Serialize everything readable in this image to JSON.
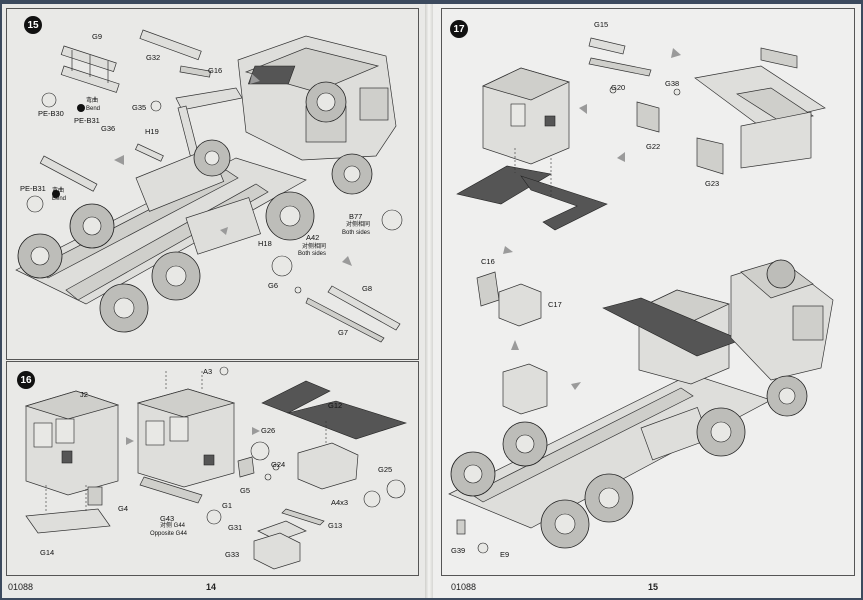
{
  "left_page": {
    "footer_code": "01088",
    "page_number": "14",
    "step_15": {
      "step": "15",
      "labels": {
        "g9": "G9",
        "g32": "G32",
        "g16": "G16",
        "pe_b30": "PE-B30",
        "bend_cn_1": "弯曲",
        "bend_1": "Bend",
        "pe_b31_top": "PE-B31",
        "g35": "G35",
        "g36": "G36",
        "h19": "H19",
        "pe_b31_bottom": "PE-B31",
        "bend_cn_2": "弯曲",
        "bend_2": "Bend",
        "b77": "B77",
        "both_sides_cn_1": "对侧相同",
        "both_sides_1": "Both sides",
        "h18": "H18",
        "a42": "A42",
        "both_sides_cn_2": "对侧相同",
        "both_sides_2": "Both sides",
        "g6": "G6",
        "g8": "G8",
        "g7": "G7"
      }
    },
    "step_16": {
      "step": "16",
      "labels": {
        "j2": "J2",
        "a3": "A3",
        "g12": "G12",
        "g26": "G26",
        "g24": "G24",
        "g25": "G25",
        "g4": "G4",
        "g5": "G5",
        "g1": "G1",
        "g43": "G43",
        "opposite_cn": "对侧 G44",
        "opposite": "Opposite G44",
        "a4x3": "A4x3",
        "g31": "G31",
        "g13": "G13",
        "g14": "G14",
        "g33": "G33"
      }
    }
  },
  "right_page": {
    "footer_code": "01088",
    "page_number": "15",
    "step_17": {
      "step": "17",
      "labels": {
        "g15": "G15",
        "g20": "G20",
        "g38": "G38",
        "g22": "G22",
        "g23": "G23",
        "c16": "C16",
        "c17": "C17",
        "g39": "G39",
        "e9": "E9"
      }
    }
  }
}
